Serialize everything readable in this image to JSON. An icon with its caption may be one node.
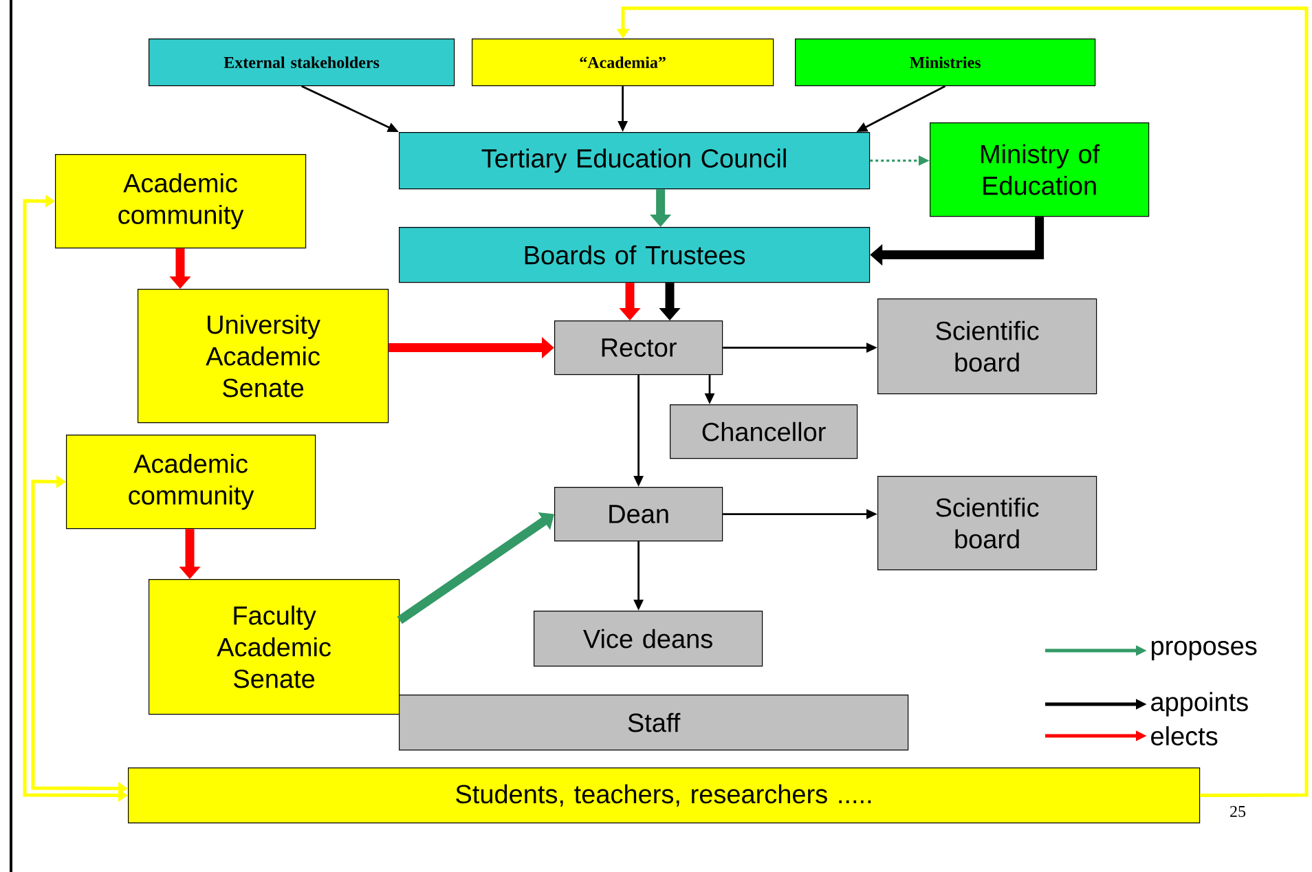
{
  "diagram": {
    "nodes": [
      {
        "text": [
          "External stakeholders"
        ]
      },
      {
        "text": [
          "“Academia”"
        ]
      },
      {
        "text": [
          "Ministries"
        ]
      },
      {
        "text": [
          "Tertiary Education Council"
        ]
      },
      {
        "text": [
          "Ministry of Education"
        ]
      },
      {
        "text": [
          "Academic community"
        ]
      },
      {
        "text": [
          "Boards of Trustees"
        ]
      },
      {
        "text": [
          "University Academic Senate"
        ]
      },
      {
        "text": [
          "Rector"
        ]
      },
      {
        "text": [
          "Scientific board"
        ]
      },
      {
        "text": [
          "Chancellor"
        ]
      },
      {
        "text": [
          "Academic community"
        ]
      },
      {
        "text": [
          "Dean"
        ]
      },
      {
        "text": [
          "Scientific board"
        ]
      },
      {
        "text": [
          "Faculty Academic Senate"
        ]
      },
      {
        "text": [
          "Vice deans"
        ]
      },
      {
        "text": [
          "Staff"
        ]
      },
      {
        "text": [
          "Students, teachers, researchers ....."
        ]
      }
    ],
    "edges": [
      {
        "from": 0,
        "to": 3,
        "arrow": "to"
      },
      {
        "from": 1,
        "to": 3,
        "arrow": "to"
      },
      {
        "from": 2,
        "to": 3,
        "arrow": "to"
      },
      {
        "from": 3,
        "to": 4,
        "arrow": "to",
        "style": "dashed",
        "color": "#339966"
      },
      {
        "from": 3,
        "to": 6,
        "arrow": "to",
        "style": "thick",
        "color": "#339966"
      },
      {
        "from": 4,
        "to": 6,
        "arrow": "to",
        "style": "thick"
      },
      {
        "from": 5,
        "to": 7,
        "arrow": "to",
        "style": "thick",
        "color": "#ff0000"
      },
      {
        "from": 6,
        "to": 8,
        "arrow": "to",
        "style": "thick",
        "color": "#ff0000"
      },
      {
        "from": 6,
        "to": 8,
        "arrow": "to",
        "style": "thick"
      },
      {
        "from": 7,
        "to": 8,
        "arrow": "to",
        "style": "thick",
        "color": "#ff0000"
      },
      {
        "from": 8,
        "to": 9,
        "arrow": "to"
      },
      {
        "from": 8,
        "to": 10,
        "arrow": "to"
      },
      {
        "from": 8,
        "to": 12,
        "arrow": "to"
      },
      {
        "from": 12,
        "to": 13,
        "arrow": "to"
      },
      {
        "from": 12,
        "to": 15,
        "arrow": "to"
      },
      {
        "from": 11,
        "to": 14,
        "arrow": "to",
        "style": "thick",
        "color": "#ff0000"
      },
      {
        "from": 14,
        "to": 12,
        "arrow": "to",
        "style": "thick",
        "color": "#339966"
      },
      {
        "from": 17,
        "to": 1,
        "arrow": "to",
        "color": "#ffff00"
      },
      {
        "from": 5,
        "to": 17,
        "arrow": "both",
        "color": "#ffff00"
      },
      {
        "from": 11,
        "to": 17,
        "arrow": "both",
        "color": "#ffff00"
      }
    ],
    "labels": [
      "25"
    ],
    "legend": [
      {
        "text": "proposes"
      },
      {
        "text": "appoints"
      },
      {
        "text": "elects"
      }
    ]
  }
}
